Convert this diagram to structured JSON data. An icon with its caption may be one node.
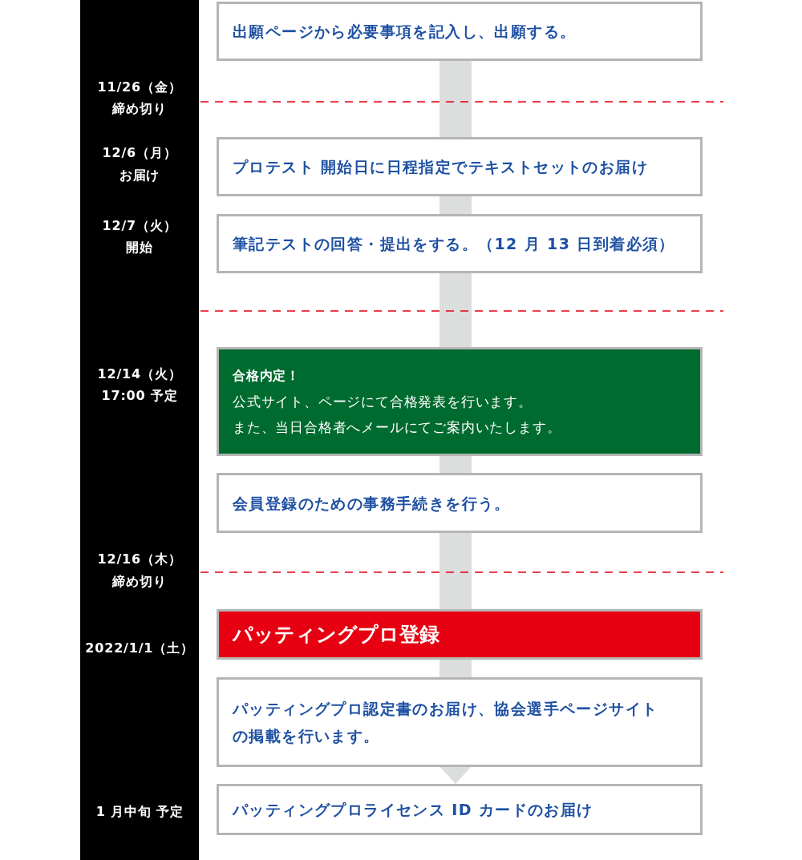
{
  "diagram": {
    "nodes": [
      {
        "text": [
          "出願ページから必要事項を記入し、出願する。"
        ]
      },
      {
        "text": [
          "プロテスト 開始日に日程指定でテキストセットのお届け"
        ]
      },
      {
        "text": [
          "筆記テストの回答・提出をする。（12 月 13 日到着必須）"
        ]
      },
      {
        "text": [
          "合格内定！",
          "公式サイト、ページにて合格発表を行います。",
          "また、当日合格者へメールにてご案内いたします。"
        ]
      },
      {
        "text": [
          "会員登録のための事務手続きを行う。"
        ]
      },
      {
        "text": [
          "パッティングプロ登録"
        ]
      },
      {
        "text": [
          "パッティングプロ認定書のお届け、協会選手ページサイトの掲載を行います。"
        ]
      },
      {
        "text": [
          "パッティングプロライセンス ID カードのお届け"
        ]
      }
    ],
    "edges": [
      {
        "from": 0,
        "to": 1,
        "arrow": "none"
      },
      {
        "from": 1,
        "to": 2,
        "arrow": "none"
      },
      {
        "from": 2,
        "to": 3,
        "arrow": "none"
      },
      {
        "from": 3,
        "to": 4,
        "arrow": "none"
      },
      {
        "from": 4,
        "to": 5,
        "arrow": "none"
      },
      {
        "from": 5,
        "to": 6,
        "arrow": "none"
      },
      {
        "from": 6,
        "to": 7,
        "arrow": "to"
      }
    ],
    "labels": [
      "11/26（金）",
      "締め切り",
      "12/6（月）",
      "お届け",
      "12/7（火）",
      "開始",
      "12/14（火）",
      "17:00 予定",
      "12/16（木）",
      "締め切り",
      "2022/1/1（土）",
      "1 月中旬 予定"
    ]
  }
}
